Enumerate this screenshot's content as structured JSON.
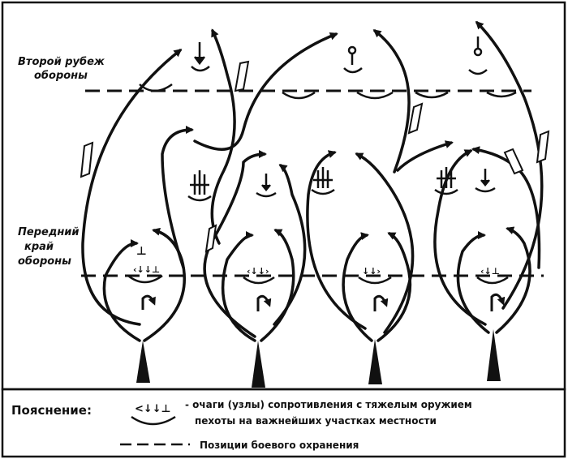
{
  "labels": {
    "second_line_1": "Второй рубеж",
    "second_line_2": "обороны",
    "front_1": "Передний",
    "front_2": "край",
    "front_3": "обороны"
  },
  "legend": {
    "title": "Пояснение:",
    "symbol": "<↓↓⊥",
    "item1_line1": "- очаги (узлы) сопротивления с тяжелым оружием",
    "item1_line2": "пехоты на важнейших участках местности",
    "item2": "Позиции боевого охранения"
  }
}
